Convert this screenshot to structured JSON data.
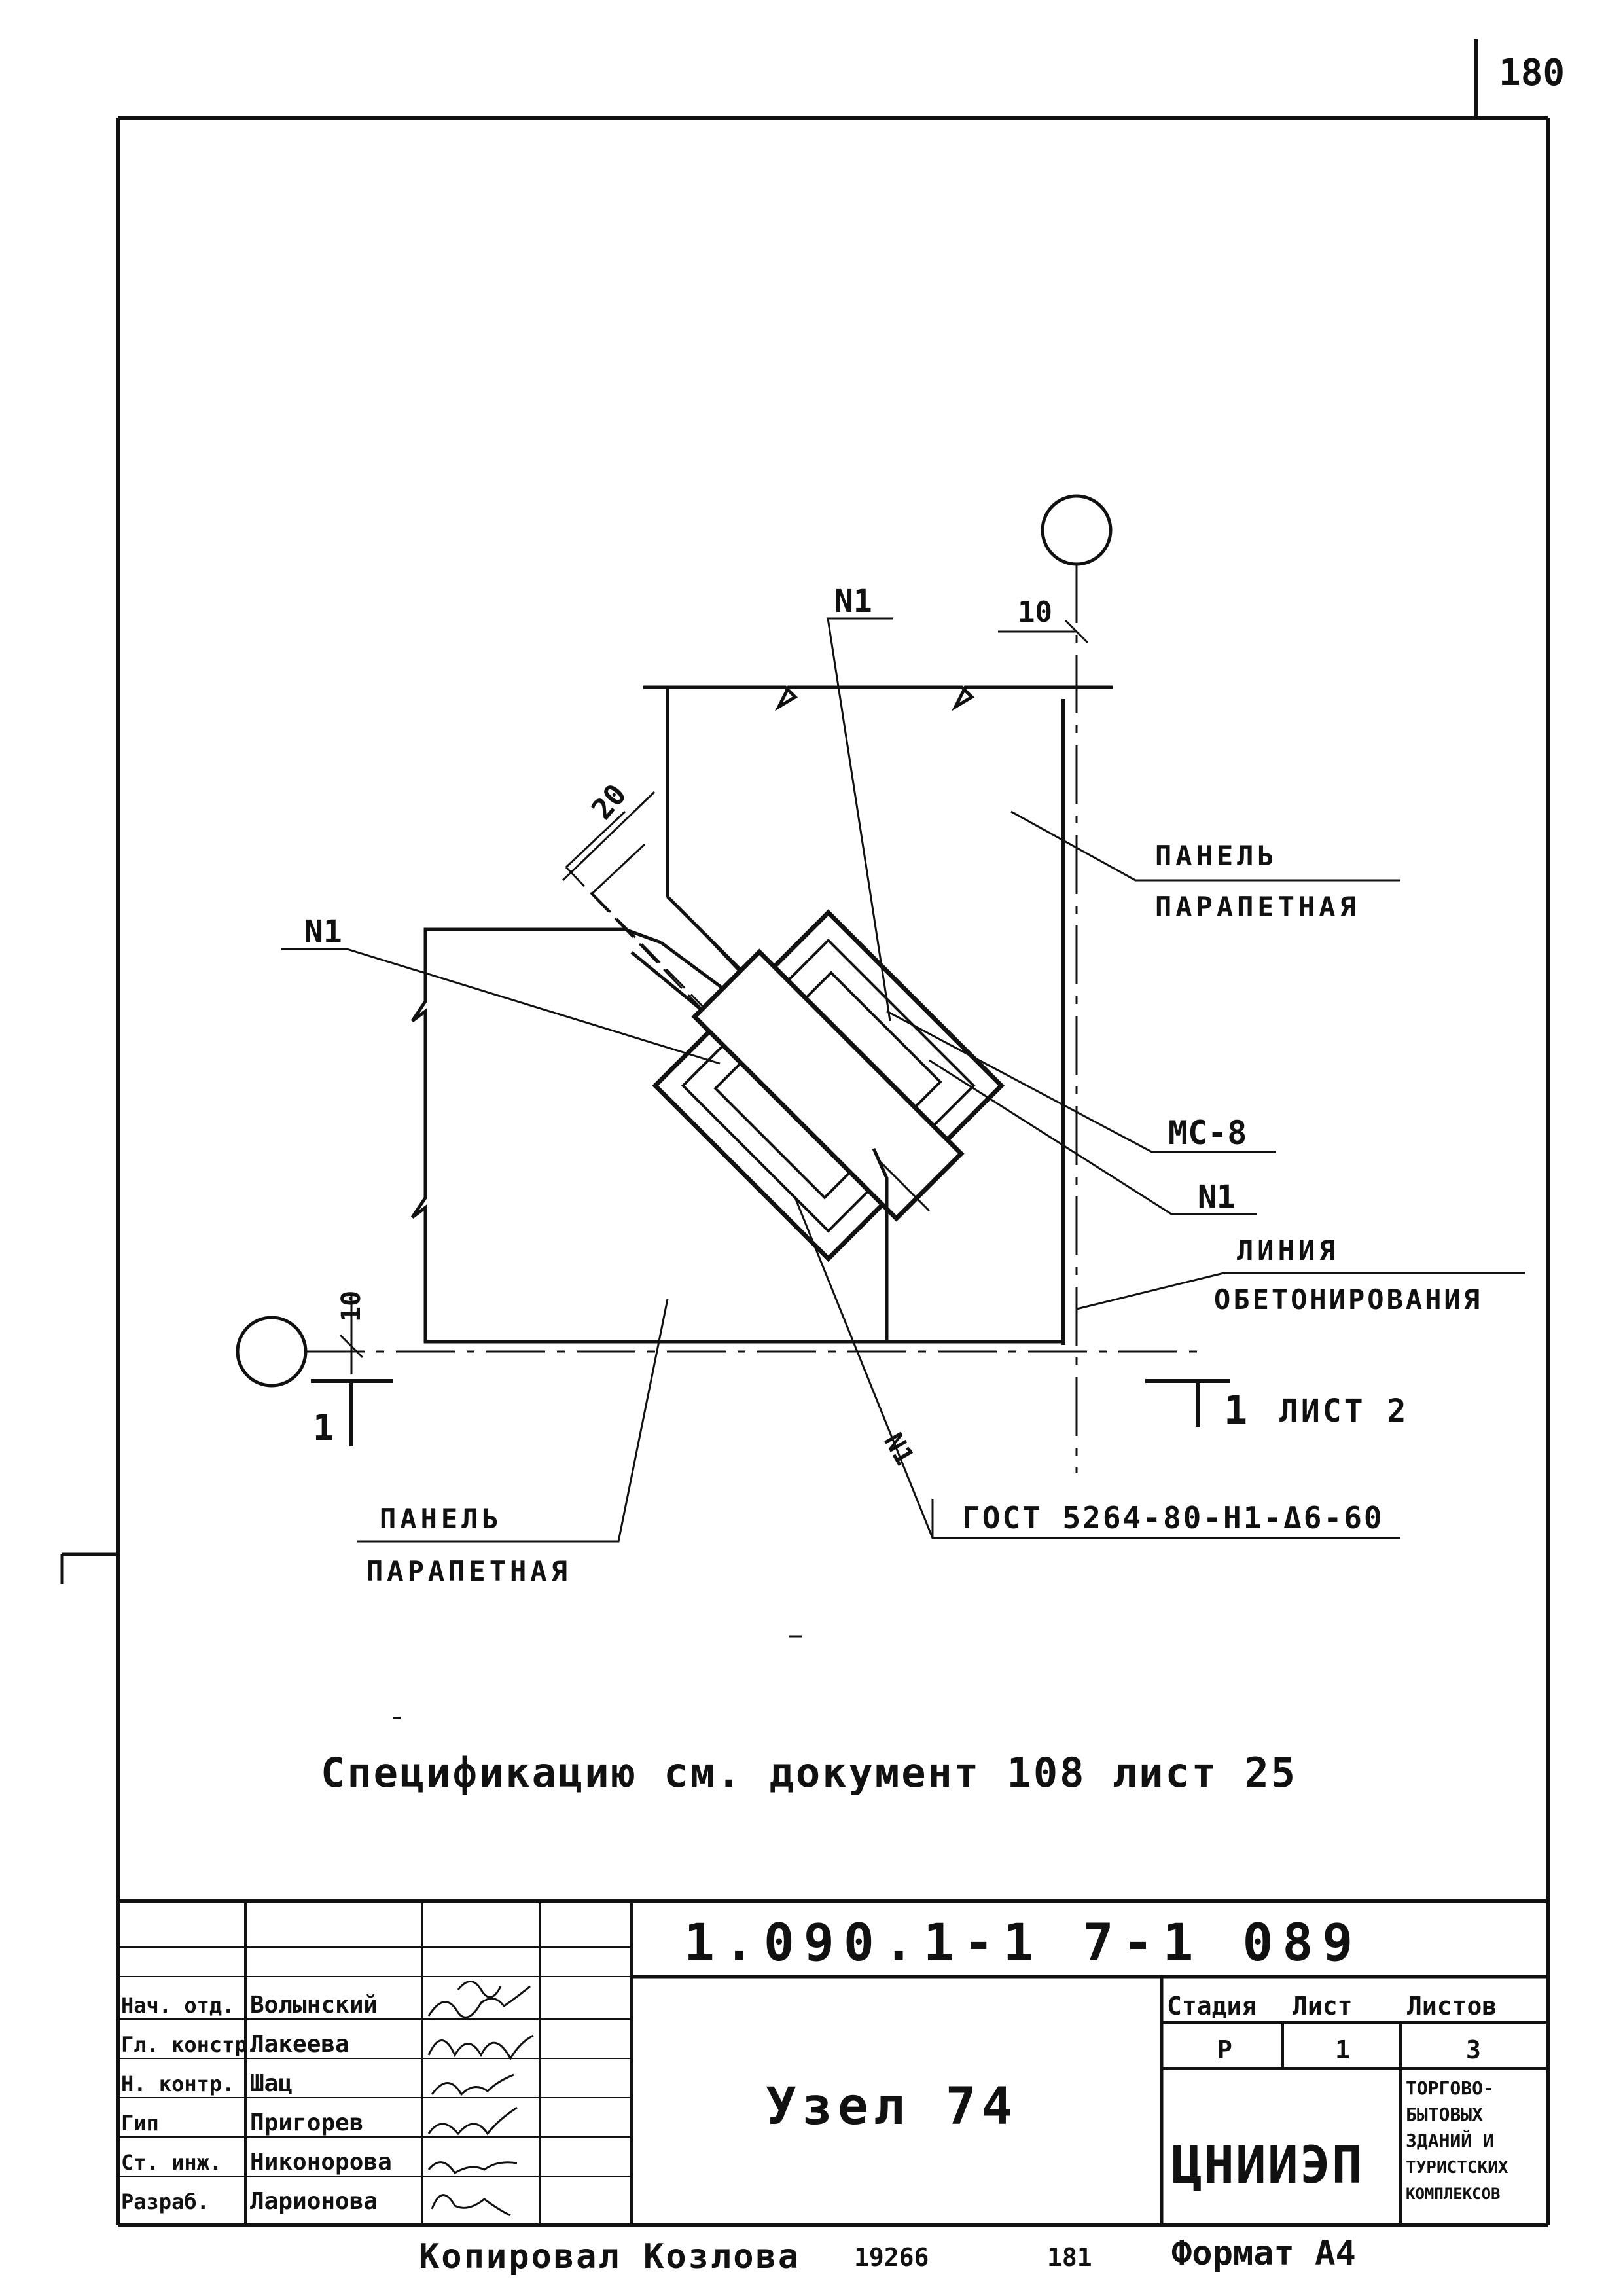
{
  "sheet": {
    "page_number": "180",
    "drawing": {
      "axis_markers": [
        "",
        ""
      ],
      "labels": {
        "n1_top": "N1",
        "n1_left": "N1",
        "n1_right": "N1",
        "n1_weld": "N1",
        "mc8": "MC-8",
        "panel_top_line1": "ПАНЕЛЬ",
        "panel_top_line2": "ПАРАПЕТНАЯ",
        "panel_bottom_line1": "ПАНЕЛЬ",
        "panel_bottom_line2": "ПАРАПЕТНАЯ",
        "concrete_line1": "ЛИНИЯ",
        "concrete_line2": "ОБЕТОНИРОВАНИЯ",
        "gost": "ГОСТ 5264-80-Н1-Δ6-60",
        "section_mark": "1",
        "section_left": "1",
        "section_sheet": "ЛИСТ 2"
      },
      "dimensions": {
        "top_offset": "10",
        "weld_offset": "20",
        "left_offset": "10"
      }
    },
    "note": "Спецификацию см. документ 108 лист 25",
    "title_block": {
      "document_code": "1.090.1-1 7-1 089",
      "title": "Узел 74",
      "org": "ЦНИИЭП",
      "org_desc": [
        "ТОРГОВО-",
        "БЫТОВЫХ",
        "ЗДАНИЙ И",
        "ТУРИСТСКИХ",
        "КОМПЛЕКСОВ"
      ],
      "stage_header": "Стадия",
      "sheet_header": "Лист",
      "sheets_header": "Листов",
      "stage": "Р",
      "sheet_no": "1",
      "sheets_total": "3",
      "roles": [
        "Нач. отд.",
        "Гл. констр.",
        "Н. контр.",
        "Гип",
        "Ст. инж.",
        "Разраб."
      ],
      "names": [
        "Волынский",
        "Лакеева",
        "Шац",
        "Пригорев",
        "Никонорова",
        "Ларионова"
      ]
    },
    "footer": {
      "copied_by": "Копировал Козлова",
      "order_no": "19266",
      "copy_no": "181",
      "format": "Формат А4"
    }
  }
}
